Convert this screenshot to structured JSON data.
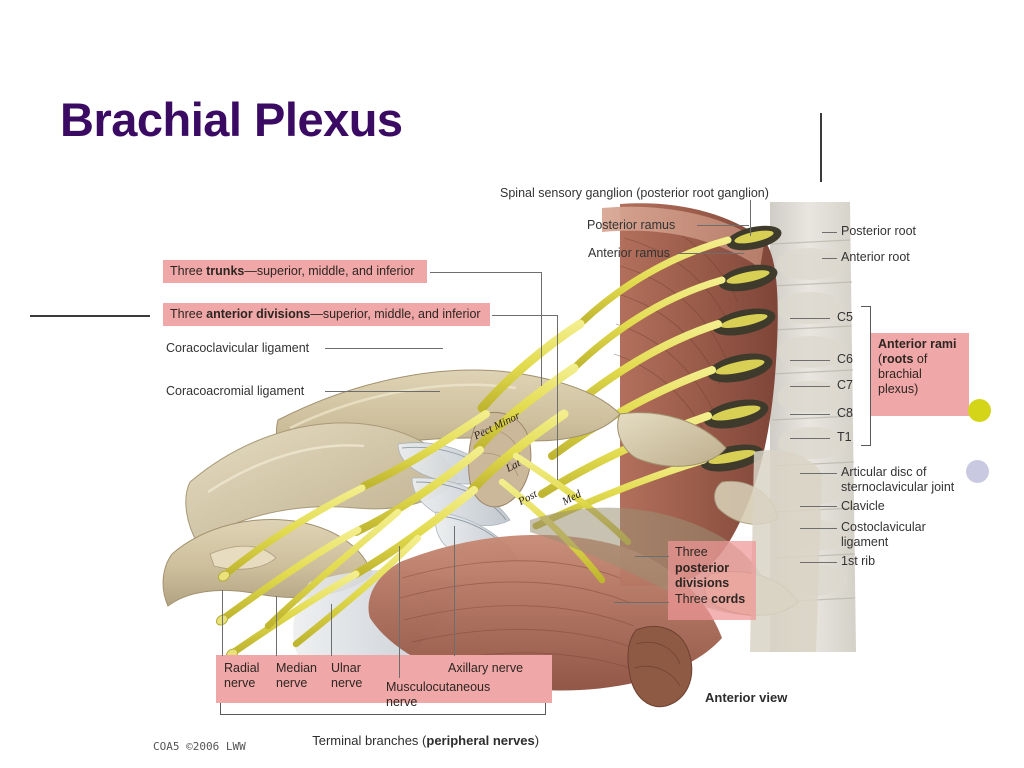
{
  "slide": {
    "title": "Brachial Plexus",
    "footer_credit": "COA5 ©2006 LWW",
    "view_caption": "Anterior view"
  },
  "annotations": {
    "vertical_stroke": "hand-drawn vertical line",
    "horizontal_stroke": "hand-drawn horizontal line"
  },
  "figure": {
    "top_labels": [
      {
        "id": "spinal-sensory-ganglion",
        "text": "Spinal sensory ganglion (posterior root ganglion)"
      },
      {
        "id": "posterior-ramus",
        "text": "Posterior ramus"
      },
      {
        "id": "anterior-ramus",
        "text": "Anterior ramus"
      }
    ],
    "right_labels": [
      {
        "id": "posterior-root",
        "text": "Posterior root"
      },
      {
        "id": "anterior-root",
        "text": "Anterior root"
      },
      {
        "id": "articular-disc",
        "text": "Articular disc of\nsternoclavicular joint"
      },
      {
        "id": "clavicle",
        "text": "Clavicle"
      },
      {
        "id": "costoclavicular-ligament",
        "text": "Costoclavicular\nligament"
      },
      {
        "id": "first-rib",
        "text": "1st rib"
      }
    ],
    "left_labels": [
      {
        "id": "coracoclavicular-ligament",
        "text": "Coracoclavicular ligament"
      },
      {
        "id": "coracoacromial-ligament",
        "text": "Coracoacromial ligament"
      }
    ],
    "vertebral_levels": [
      "C5",
      "C6",
      "C7",
      "C8",
      "T1"
    ],
    "callouts": {
      "trunks": {
        "lead": "Three ",
        "bold": "trunks",
        "tail": "—superior, middle, and inferior"
      },
      "anterior_divisions": {
        "lead": "Three ",
        "bold": "anterior divisions",
        "tail": "—superior, middle, and inferior"
      },
      "anterior_rami": {
        "bold": "Anterior rami",
        "line2_bold": "roots",
        "line2_rest": " of",
        "line2_prefix": "(",
        "line3": "brachial plexus)"
      },
      "posterior_divisions": {
        "line1": "Three",
        "line2_bold": "posterior",
        "line3_bold": "divisions"
      },
      "cords": {
        "lead": "Three ",
        "bold": "cords"
      }
    },
    "terminal_branches": {
      "items": [
        {
          "id": "radial-nerve",
          "text": "Radial\nnerve"
        },
        {
          "id": "median-nerve",
          "text": "Median\nnerve"
        },
        {
          "id": "ulnar-nerve",
          "text": "Ulnar\nnerve"
        },
        {
          "id": "musculocutaneous-nerve",
          "text": "Musculocutaneous\nnerve"
        },
        {
          "id": "axillary-nerve",
          "text": "Axillary nerve"
        }
      ],
      "caption_lead": "Terminal branches (",
      "caption_bold": "peripheral nerves",
      "caption_tail": ")"
    },
    "hand_notes": [
      {
        "id": "pect-minor",
        "text": "Pect\nMinor"
      },
      {
        "id": "lateral-cord",
        "text": "Lat"
      },
      {
        "id": "posterior-cord",
        "text": "Post"
      },
      {
        "id": "medial-cord",
        "text": "Med"
      }
    ]
  },
  "markers": [
    {
      "id": "yellow-dot",
      "color": "#d4d418"
    },
    {
      "id": "lavender-dot",
      "color": "#c9c9e2"
    }
  ]
}
